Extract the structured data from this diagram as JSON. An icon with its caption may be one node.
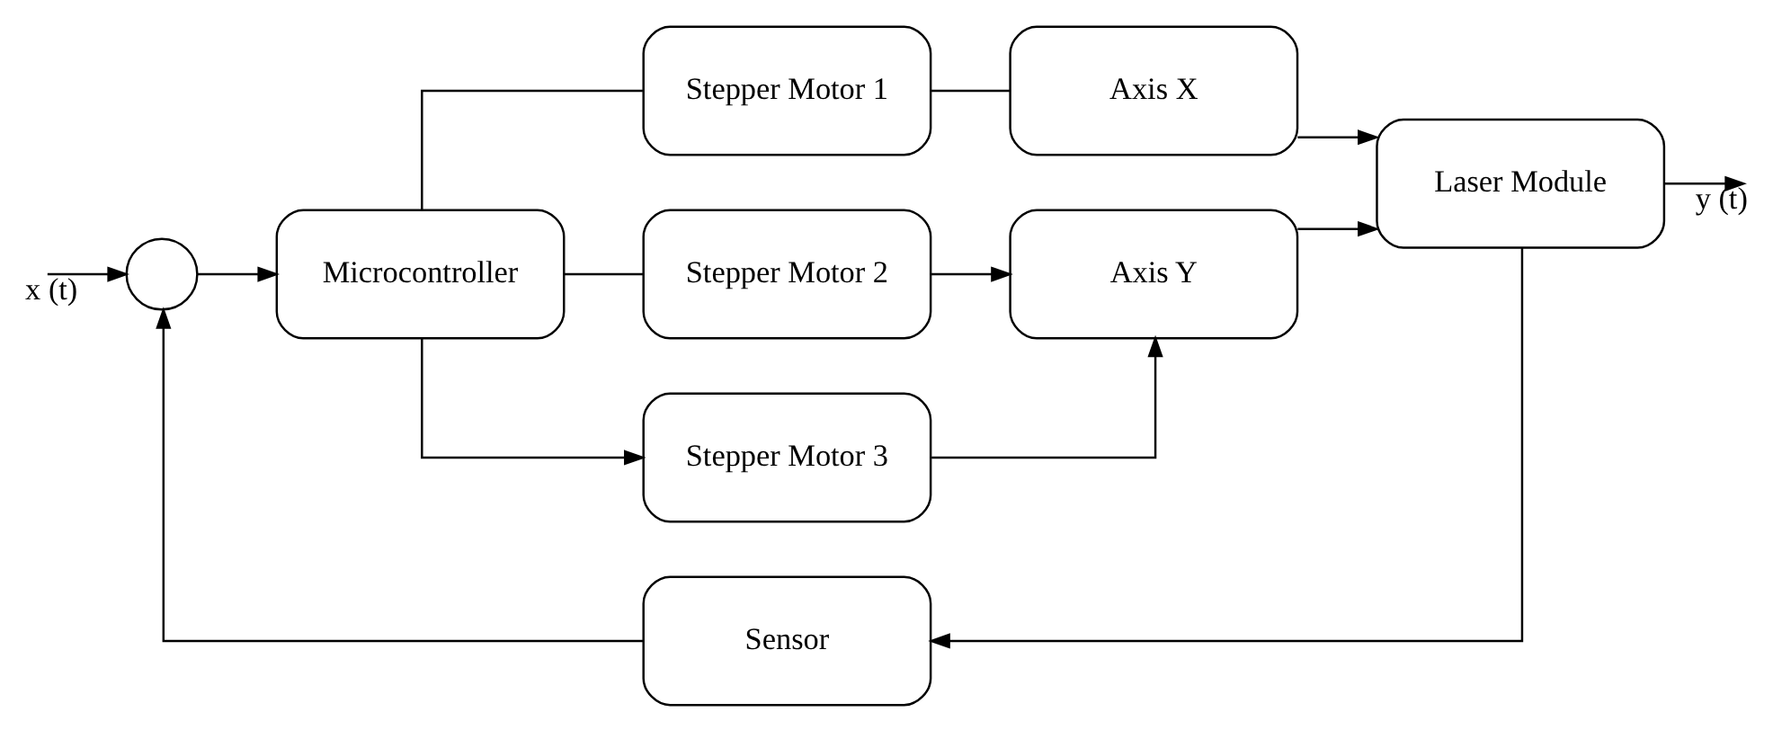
{
  "diagram": {
    "nodes": [
      {
        "text": [],
        "shape": "circle"
      },
      {
        "text": [
          "Microcontroller"
        ]
      },
      {
        "text": [
          "Stepper Motor 1"
        ]
      },
      {
        "text": [
          "Axis X"
        ]
      },
      {
        "text": [
          "Stepper Motor 2"
        ]
      },
      {
        "text": [
          "Stepper Motor 3"
        ]
      },
      {
        "text": [
          "Axis Y"
        ]
      },
      {
        "text": [
          "Laser Module"
        ]
      },
      {
        "text": [
          "Sensor"
        ]
      }
    ],
    "edges": [
      {
        "from": null,
        "to": 0,
        "arrow": "to",
        "label": "x (t)"
      },
      {
        "from": 0,
        "to": 1,
        "arrow": "to"
      },
      {
        "from": 1,
        "to": 2,
        "arrow": "none"
      },
      {
        "from": 1,
        "to": 4,
        "arrow": "none"
      },
      {
        "from": 1,
        "to": 5,
        "arrow": "to"
      },
      {
        "from": 2,
        "to": 3,
        "arrow": "none"
      },
      {
        "from": 3,
        "to": 7,
        "arrow": "to"
      },
      {
        "from": 4,
        "to": 6,
        "arrow": "to"
      },
      {
        "from": 5,
        "to": 6,
        "arrow": "to"
      },
      {
        "from": 6,
        "to": 7,
        "arrow": "to"
      },
      {
        "from": 7,
        "to": null,
        "arrow": "to",
        "label": "y (t)"
      },
      {
        "from": 7,
        "to": 8,
        "arrow": "to"
      },
      {
        "from": 8,
        "to": 0,
        "arrow": "to"
      }
    ]
  }
}
